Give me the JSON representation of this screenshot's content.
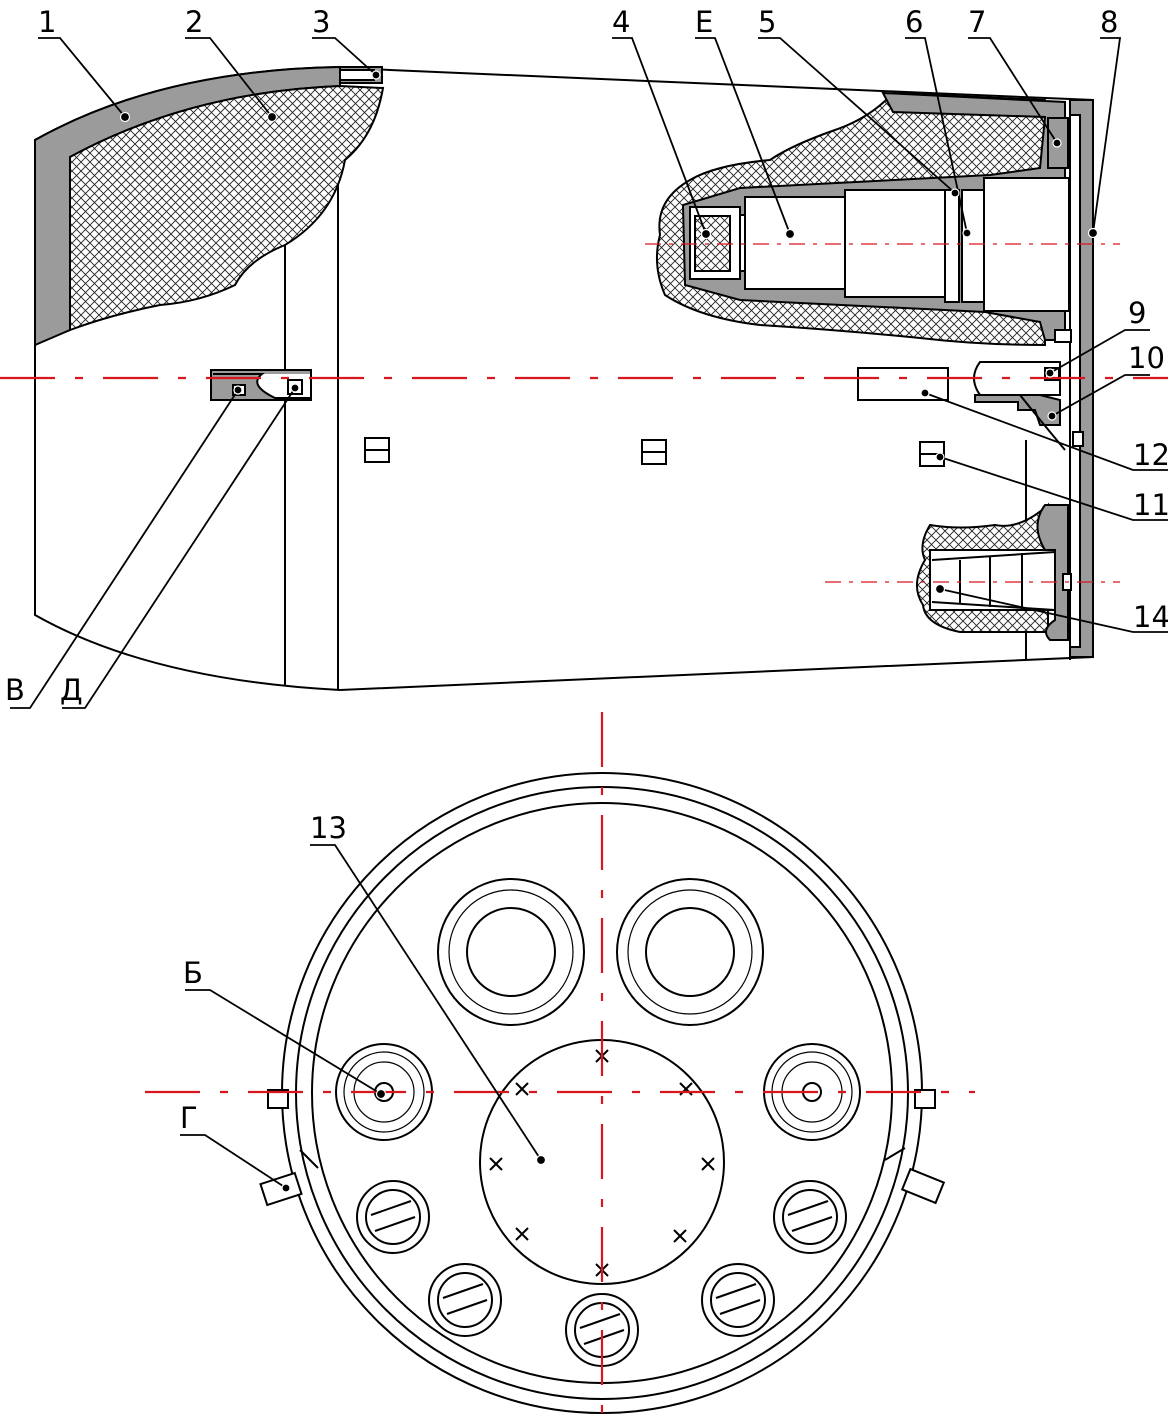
{
  "labels": {
    "n1": "1",
    "n2": "2",
    "n3": "3",
    "n4": "4",
    "nE": "Е",
    "n5": "5",
    "n6": "6",
    "n7": "7",
    "n8": "8",
    "n9": "9",
    "n10": "10",
    "n12": "12",
    "n11": "11",
    "n14": "14",
    "nV": "В",
    "nD": "Д",
    "n13": "13",
    "nB": "Б",
    "nG": "Г"
  },
  "colors": {
    "outline": "#000000",
    "wall_fill": "#9b9b9b",
    "axis_line": "#d7161e",
    "background": "#ffffff"
  }
}
